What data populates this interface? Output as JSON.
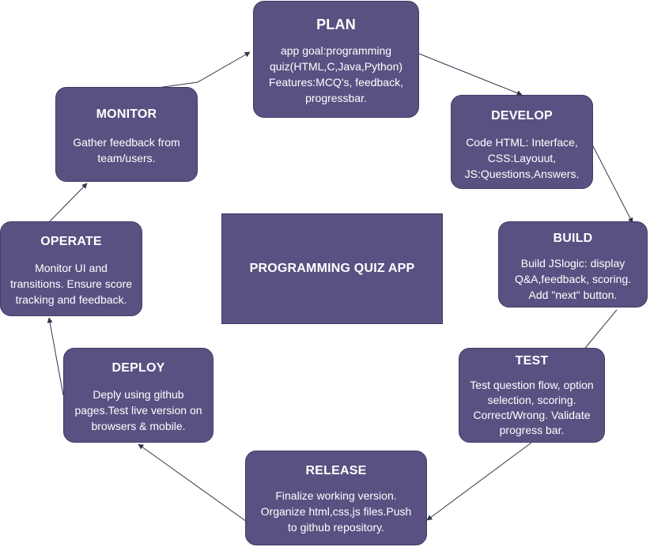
{
  "center": {
    "title": "PROGRAMMING QUIZ APP"
  },
  "stages": {
    "plan": {
      "title": "PLAN",
      "lines": [
        "app goal:programming",
        "quiz(HTML,C,Java,Python)",
        "Features:MCQ's, feedback,",
        "progressbar."
      ]
    },
    "develop": {
      "title": "DEVELOP",
      "lines": [
        "Code HTML: Interface,",
        "CSS:Layouut,",
        "JS:Questions,Answers."
      ]
    },
    "build": {
      "title": "BUILD",
      "lines": [
        "Build JSlogic: display",
        "Q&A,feedback, scoring.",
        "Add \"next\" button."
      ]
    },
    "test": {
      "title": "TEST",
      "lines": [
        "Test question flow, option",
        "selection, scoring.",
        "Correct/Wrong. Validate",
        "progress bar."
      ]
    },
    "release": {
      "title": "RELEASE",
      "lines": [
        "Finalize working version.",
        "Organize html,css,js files.Push",
        "to github repository."
      ]
    },
    "deploy": {
      "title": "DEPLOY",
      "lines": [
        "Deply using github",
        "pages.Test live version on",
        "browsers & mobile."
      ]
    },
    "operate": {
      "title": "OPERATE",
      "lines": [
        "Monitor UI and",
        "transitions. Ensure score",
        "tracking and feedback."
      ]
    },
    "monitor": {
      "title": "MONITOR",
      "lines": [
        "Gather feedback from",
        "team/users."
      ]
    }
  },
  "colors": {
    "box_fill": "#5a5182",
    "box_border": "#3f3a66",
    "text": "#ffffff",
    "arrow": "#2e3a4a"
  }
}
